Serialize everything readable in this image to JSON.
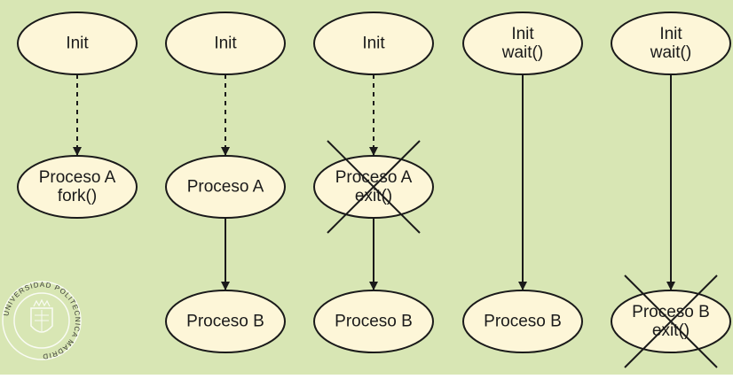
{
  "colors": {
    "background": "#d8e6b4",
    "node_fill": "#fdf6d8",
    "node_stroke": "#1a1a1a",
    "edge": "#1a1a1a",
    "seal": "#ffffff"
  },
  "columns": [
    {
      "top_node": {
        "lines": [
          "Init"
        ]
      },
      "middle_node": {
        "lines": [
          "Proceso A",
          "fork()"
        ],
        "crossed": false
      },
      "edge_top_to_middle": "dashed"
    },
    {
      "top_node": {
        "lines": [
          "Init"
        ]
      },
      "middle_node": {
        "lines": [
          "Proceso A"
        ],
        "crossed": false
      },
      "bottom_node": {
        "lines": [
          "Proceso B"
        ],
        "crossed": false
      },
      "edge_top_to_middle": "dashed",
      "edge_middle_to_bottom": "solid"
    },
    {
      "top_node": {
        "lines": [
          "Init"
        ]
      },
      "middle_node": {
        "lines": [
          "Proceso A",
          "exit()"
        ],
        "crossed": true
      },
      "bottom_node": {
        "lines": [
          "Proceso B"
        ],
        "crossed": false
      },
      "edge_top_to_middle": "dashed",
      "edge_middle_to_bottom": "solid"
    },
    {
      "top_node": {
        "lines": [
          "Init",
          "wait()"
        ]
      },
      "bottom_node": {
        "lines": [
          "Proceso B"
        ],
        "crossed": false
      },
      "edge_top_to_bottom": "solid"
    },
    {
      "top_node": {
        "lines": [
          "Init",
          "wait()"
        ]
      },
      "bottom_node": {
        "lines": [
          "Proceso B",
          "exit()"
        ],
        "crossed": true
      },
      "edge_top_to_bottom": "solid"
    }
  ],
  "logo": {
    "name": "university-seal",
    "ring_text": "UNIVERSIDAD POLITECNICA MADRID"
  }
}
